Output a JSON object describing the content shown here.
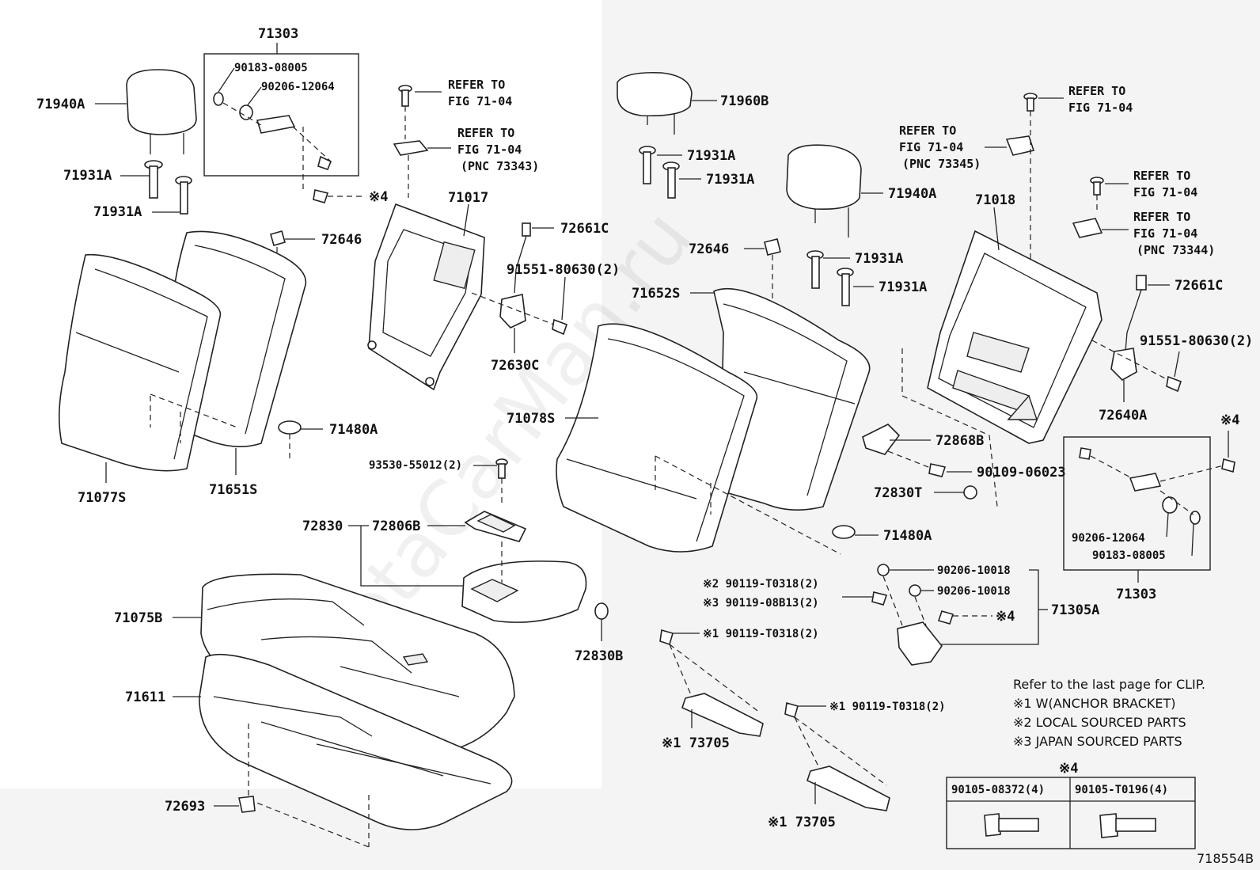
{
  "watermark": "ToyotaCarMan.ru",
  "figure_id": "718554B",
  "labels": {
    "p71303_top": "71303",
    "p90183_top": "90183-08005",
    "p90206_top": "90206-12064",
    "p71940A_left": "71940A",
    "p71931A_l1": "71931A",
    "p71931A_l2": "71931A",
    "ref1_a": "REFER TO",
    "ref1_b": "FIG 71-04",
    "ref2_a": "REFER TO",
    "ref2_b": "FIG 71-04",
    "ref2_c": "(PNC 73343)",
    "note4_a": "※4",
    "p71017": "71017",
    "p72661C_l": "72661C",
    "p72646_l": "72646",
    "p91551_l": "91551-80630(2)",
    "p72630C": "72630C",
    "p71480A_l": "71480A",
    "p71077S": "71077S",
    "p71651S": "71651S",
    "p93530": "93530-55012(2)",
    "p72830": "72830",
    "p72806B": "72806B",
    "p71075B": "71075B",
    "p72830B": "72830B",
    "p71611": "71611",
    "p72693": "72693",
    "p71960B": "71960B",
    "p71931A_m1": "71931A",
    "p71931A_m2": "71931A",
    "p71940A_mid": "71940A",
    "ref3_a": "REFER TO",
    "ref3_b": "FIG 71-04",
    "ref3_c": "(PNC 73345)",
    "ref4_a": "REFER TO",
    "ref4_b": "FIG 71-04",
    "ref5_a": "REFER TO",
    "ref5_b": "FIG 71-04",
    "ref6_a": "REFER TO",
    "ref6_b": "FIG 71-04",
    "ref6_c": "(PNC 73344)",
    "p71018": "71018",
    "p72646_m": "72646",
    "p71931A_m3": "71931A",
    "p71931A_m4": "71931A",
    "p71652S": "71652S",
    "p72661C_r": "72661C",
    "p91551_r": "91551-80630(2)",
    "p72640A": "72640A",
    "p71078S": "71078S",
    "p72868B": "72868B",
    "p90109": "90109-06023",
    "p72830T": "72830T",
    "note4_b": "※4",
    "p90206_r": "90206-12064",
    "p90183_r": "90183-08005",
    "p71303_r": "71303",
    "p71480A_r": "71480A",
    "p90206_10018_a": "90206-10018",
    "p90206_10018_b": "90206-10018",
    "p90119_t0318_a": "※2 90119-T0318(2)",
    "p90119_08b13": "※3 90119-08B13(2)",
    "note4_c": "※4",
    "p71305A": "71305A",
    "p90119_t0318_b": "※1 90119-T0318(2)",
    "p90119_t0318_c": "※1 90119-T0318(2)",
    "p73705_a": "※1 73705",
    "p73705_b": "※1 73705"
  },
  "legend": {
    "clip_note": "Refer to the last page for CLIP.",
    "n1": "※1 W(ANCHOR BRACKET)",
    "n2": "※2 LOCAL SOURCED PARTS",
    "n3": "※3 JAPAN SOURCED PARTS"
  },
  "bolt_table": {
    "header": "※4",
    "col1": "90105-08372(4)",
    "col2": "90105-T0196(4)"
  }
}
